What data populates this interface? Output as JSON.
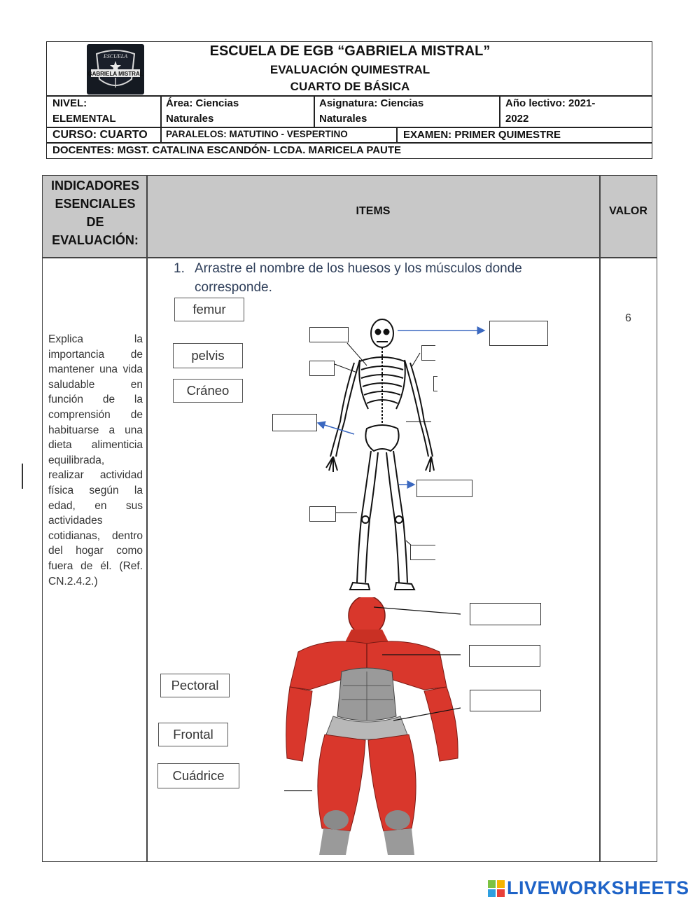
{
  "header": {
    "school": "ESCUELA DE EGB “GABRIELA MISTRAL”",
    "evaluation": "EVALUACIÓN QUIMESTRAL",
    "grade": "CUARTO DE BÁSICA",
    "logo_text_top": "ESCUELA",
    "logo_text_bottom": "GABRIELA MISTRAL",
    "nivel_label": "NIVEL:",
    "nivel_value": "ELEMENTAL",
    "area_label": "Área:  Ciencias",
    "area_value": "Naturales",
    "asignatura_label": "Asignatura: Ciencias",
    "asignatura_value": "Naturales",
    "anio_label": "Año lectivo:  2021-",
    "anio_value": "2022",
    "curso": "CURSO: CUARTO",
    "paralelos": "PARALELOS: MATUTINO - VESPERTINO",
    "examen": "EXAMEN: PRIMER QUIMESTRE",
    "docentes": "DOCENTES: MGST. CATALINA ESCANDÓN- LCDA. MARICELA PAUTE"
  },
  "table": {
    "col_indicadores": "INDICADORES ESENCIALES DE EVALUACIÓN:",
    "col_items": "ITEMS",
    "col_valor": "VALOR",
    "indicator_text": "Explica la importancia de mantener una vida saludable en función de la comprensión de habituarse a una dieta alimenticia equilibrada, realizar actividad física según la edad, en sus actividades cotidianas, dentro del hogar como fuera de él. (Ref. CN.2.4.2.)",
    "value": "6"
  },
  "question": {
    "number": "1.",
    "text": "Arrastre el nombre de los huesos y los músculos donde corresponde."
  },
  "drag_labels": {
    "bones": [
      "femur",
      "pelvis",
      "Cráneo"
    ],
    "muscles": [
      "Pectoral",
      "Frontal",
      "Cuádrice"
    ]
  },
  "watermark": "LIVEWORKSHEETS",
  "colors": {
    "header_gray": "#c8c8c8",
    "muscle_red": "#d9372c",
    "brand_blue": "#1e63c7"
  }
}
